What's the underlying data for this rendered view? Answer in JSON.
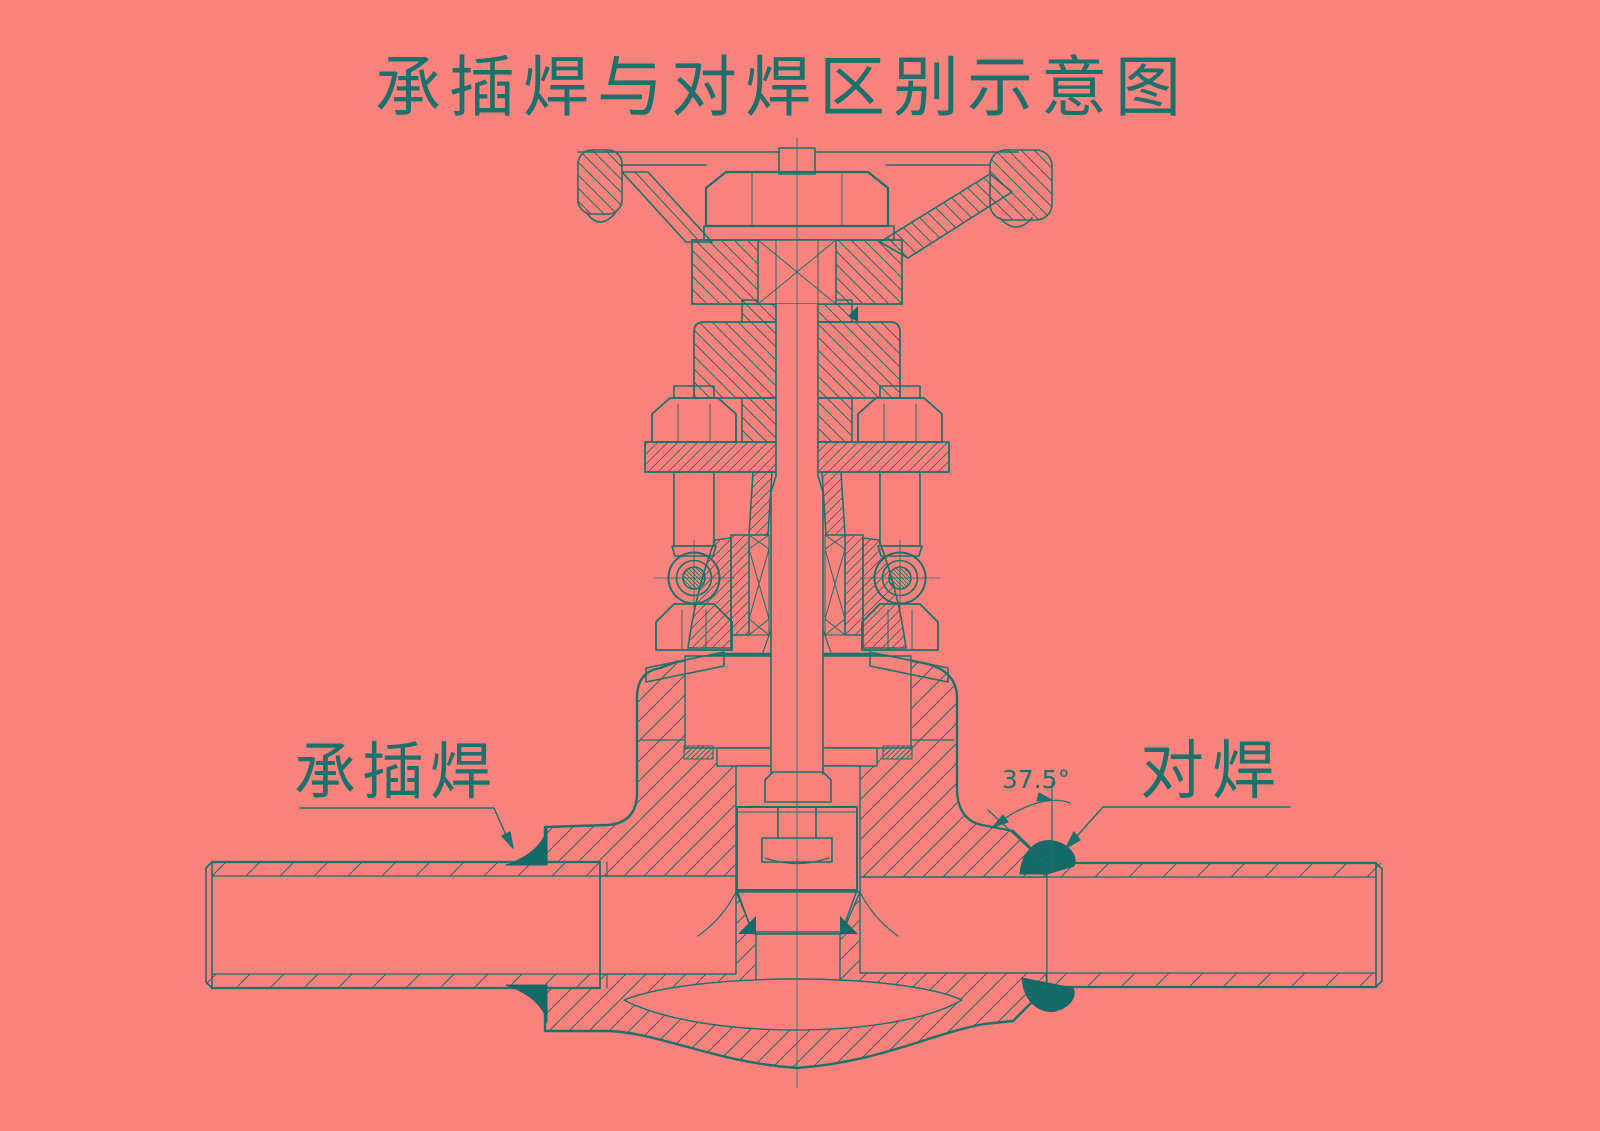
{
  "title": "承插焊与对焊区别示意图",
  "annotations": {
    "socket_weld_label": "承插焊",
    "butt_weld_label": "对焊",
    "bevel_angle": "37.5°"
  },
  "colors": {
    "background": "#F9827D",
    "line": "#1D716C",
    "weld_fill": "#146A66"
  }
}
